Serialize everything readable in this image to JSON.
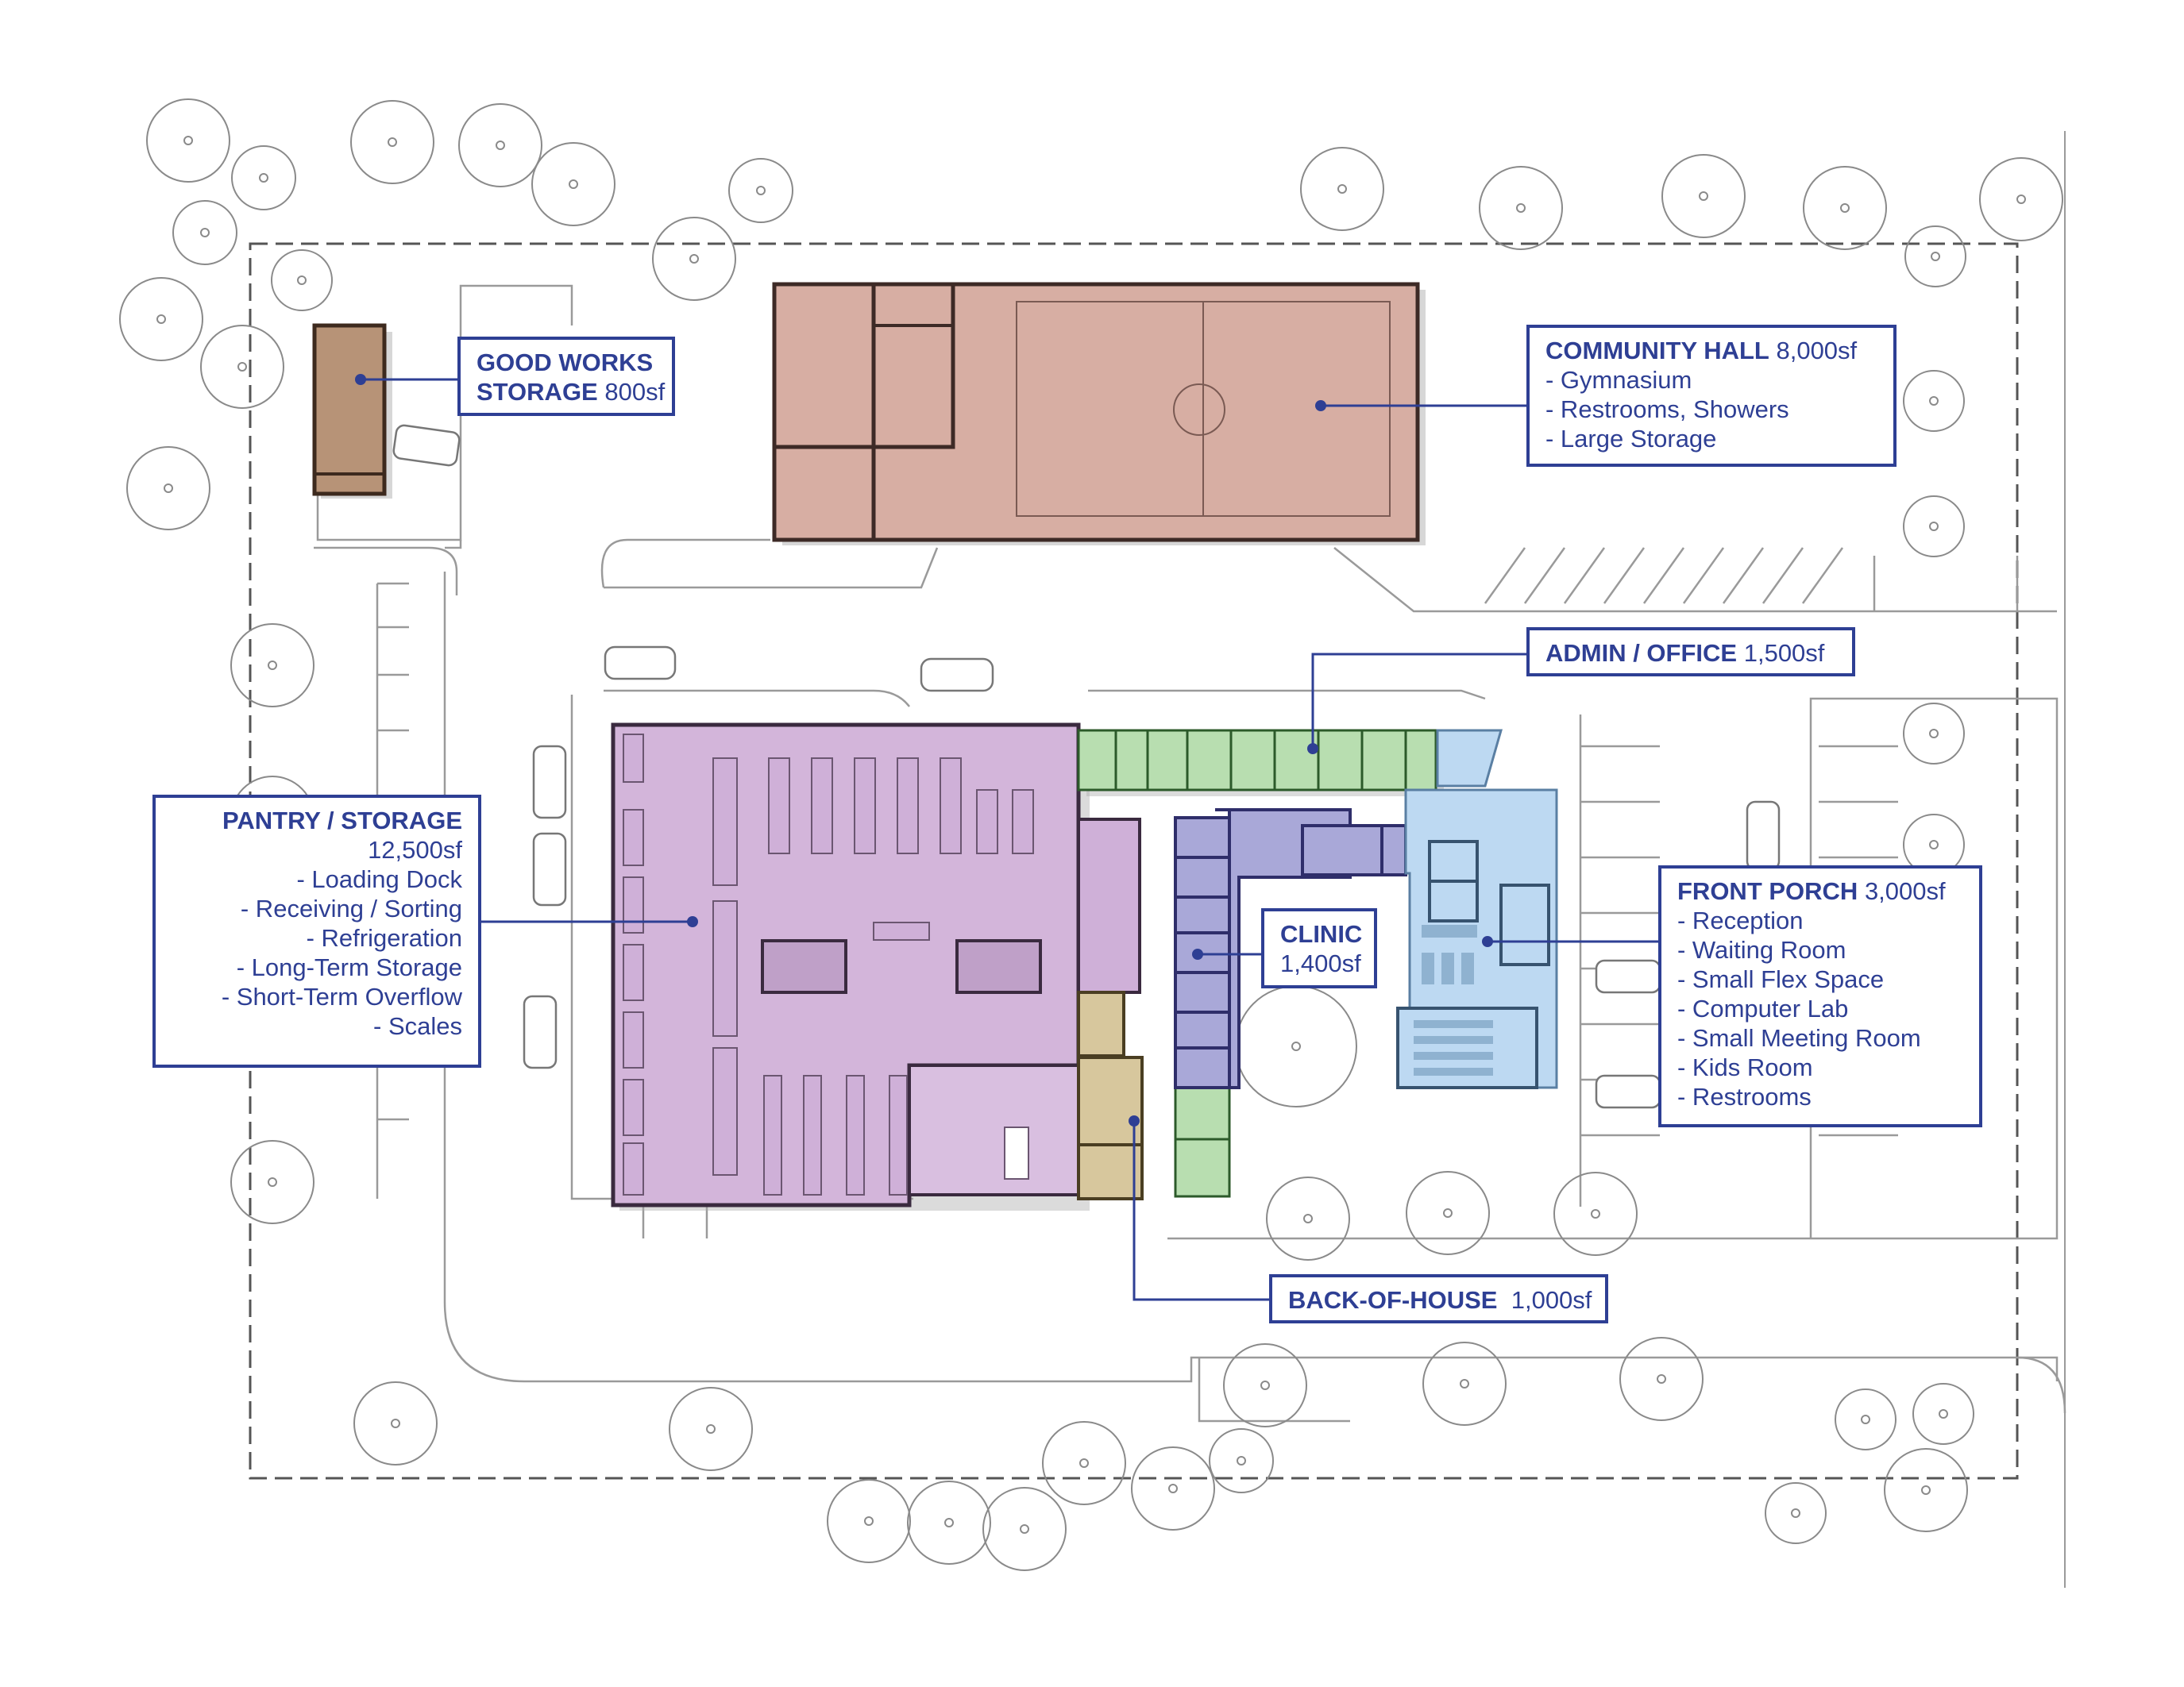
{
  "colors": {
    "accent": "#2e3f94",
    "community_hall": "#d7aea3",
    "good_works": "#b79377",
    "pantry": "#d3b5da",
    "admin": "#b8deb0",
    "clinic": "#a9a8d8",
    "front_porch": "#bdd9f2",
    "back_of_house": "#d7c79d",
    "site_line": "#9a9a9a"
  },
  "callouts": {
    "good_works": {
      "line1": "GOOD WORKS",
      "line2_bold": "STORAGE",
      "line2_area": " 800sf"
    },
    "community_hall": {
      "title": "COMMUNITY HALL",
      "area": " 8,000sf",
      "items": [
        "- Gymnasium",
        "- Restrooms, Showers",
        "- Large Storage"
      ]
    },
    "admin": {
      "title": "ADMIN / OFFICE",
      "area": " 1,500sf"
    },
    "pantry": {
      "title": "PANTRY / STORAGE",
      "area": "12,500sf",
      "items": [
        "- Loading Dock",
        "- Receiving / Sorting",
        "- Refrigeration",
        "- Long-Term Storage",
        "- Short-Term Overflow",
        "- Scales"
      ]
    },
    "clinic": {
      "title": "CLINIC",
      "area": "1,400sf"
    },
    "front_porch": {
      "title": "FRONT PORCH",
      "area": " 3,000sf",
      "items": [
        "- Reception",
        "- Waiting Room",
        "- Small Flex Space",
        "- Computer Lab",
        "- Small Meeting Room",
        "- Kids Room",
        "- Restrooms"
      ]
    },
    "back_of_house": {
      "title": "BACK-OF-HOUSE",
      "area": "  1,000sf"
    }
  }
}
